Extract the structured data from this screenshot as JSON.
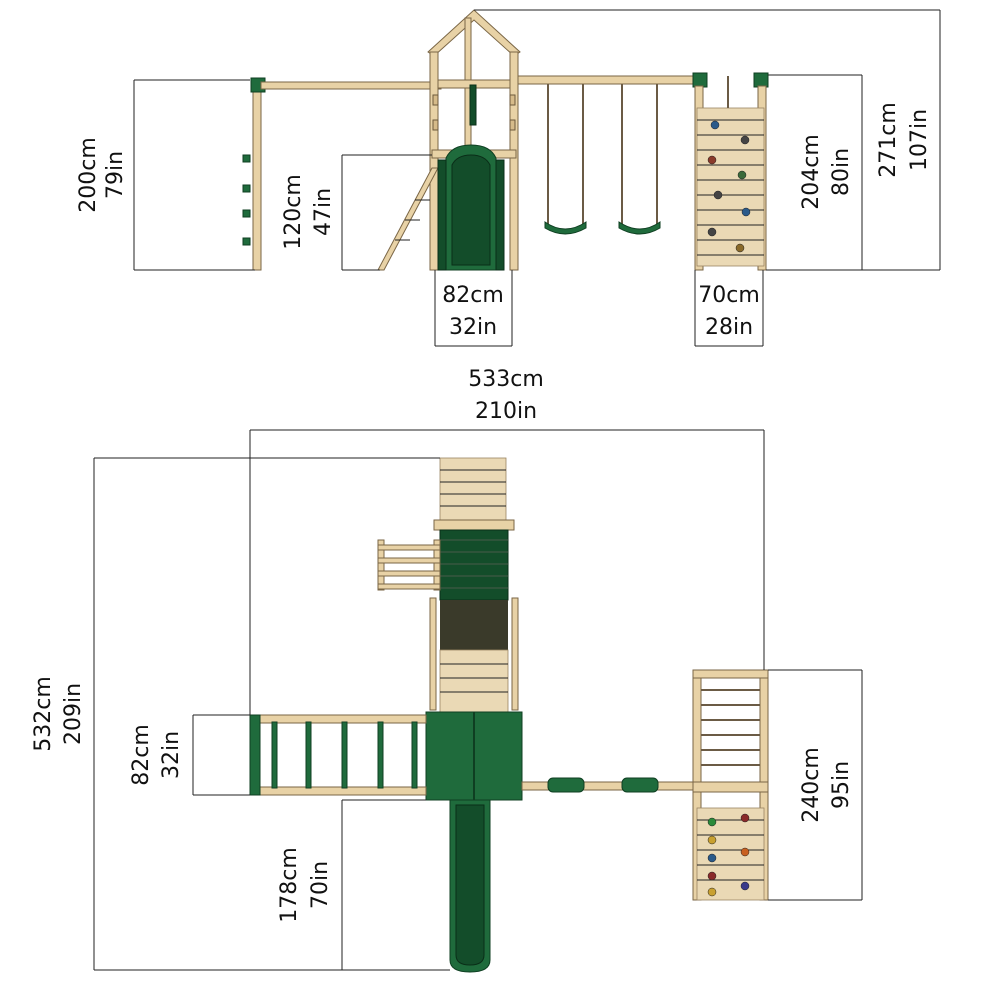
{
  "colors": {
    "wood": "#e8d2a6",
    "green": "#1f6b3c",
    "line": "#222222"
  },
  "side_view": {
    "height_swing_beam": {
      "cm": "200cm",
      "in": "79in"
    },
    "height_deck": {
      "cm": "120cm",
      "in": "47in"
    },
    "width_slide": {
      "cm": "82cm",
      "in": "32in"
    },
    "width_climbing_wall": {
      "cm": "70cm",
      "in": "28in"
    },
    "height_climbing_frame": {
      "cm": "204cm",
      "in": "80in"
    },
    "height_total": {
      "cm": "271cm",
      "in": "107in"
    }
  },
  "top_view": {
    "width_total": {
      "cm": "533cm",
      "in": "210in"
    },
    "depth_total": {
      "cm": "532cm",
      "in": "209in"
    },
    "width_monkey_bars": {
      "cm": "82cm",
      "in": "32in"
    },
    "length_slide": {
      "cm": "178cm",
      "in": "70in"
    },
    "depth_climbing_frame": {
      "cm": "240cm",
      "in": "95in"
    }
  }
}
